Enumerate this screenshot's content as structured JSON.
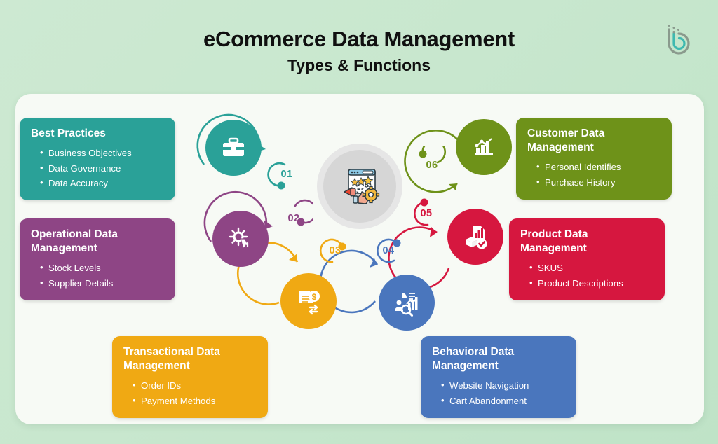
{
  "header": {
    "title": "eCommerce Data Management",
    "subtitle": "Types & Functions",
    "logo_name": "brand-b-logo"
  },
  "colors": {
    "page_background": "#c8e7ce",
    "panel_background": "#f7faf5",
    "teal": "#2aa198",
    "purple": "#8e4585",
    "amber": "#f0a913",
    "blue": "#4a76bd",
    "crimson": "#d6173f",
    "olive": "#6e9219",
    "hub_gray": "#d9d9d9"
  },
  "cards": [
    {
      "id": "best",
      "title": "Best Practices",
      "color": "#2aa198",
      "items": [
        "Business Objectives",
        "Data Governance",
        "Data Accuracy"
      ]
    },
    {
      "id": "operational",
      "title": "Operational Data Management",
      "color": "#8e4585",
      "items": [
        "Stock Levels",
        "Supplier Details"
      ]
    },
    {
      "id": "customer",
      "title": "Customer Data Management",
      "color": "#6e9219",
      "items": [
        "Personal Identifies",
        "Purchase History"
      ]
    },
    {
      "id": "product",
      "title": "Product Data Management",
      "color": "#d6173f",
      "items": [
        "SKUS",
        "Product Descriptions"
      ]
    },
    {
      "id": "transactional",
      "title": "Transactional Data Management",
      "color": "#f0a913",
      "items": [
        "Order IDs",
        "Payment Methods"
      ]
    },
    {
      "id": "behavioral",
      "title": "Behavioral Data Management",
      "color": "#4a76bd",
      "items": [
        "Website Navigation",
        "Cart Abandonment"
      ]
    }
  ],
  "nodes": [
    {
      "id": "node1",
      "number": "01",
      "color": "#2aa198",
      "icon": "briefcase-icon"
    },
    {
      "id": "node2",
      "number": "02",
      "color": "#8e4585",
      "icon": "click-gear-icon"
    },
    {
      "id": "node3",
      "number": "03",
      "color": "#f0a913",
      "icon": "invoice-exchange-icon"
    },
    {
      "id": "node4",
      "number": "04",
      "color": "#4a76bd",
      "icon": "analytics-people-icon"
    },
    {
      "id": "node5",
      "number": "05",
      "color": "#d6173f",
      "icon": "package-check-icon"
    },
    {
      "id": "node6",
      "number": "06",
      "color": "#6e9219",
      "icon": "bar-chart-icon"
    }
  ],
  "hub": {
    "icon": "ecommerce-review-hub-icon",
    "label": ""
  }
}
